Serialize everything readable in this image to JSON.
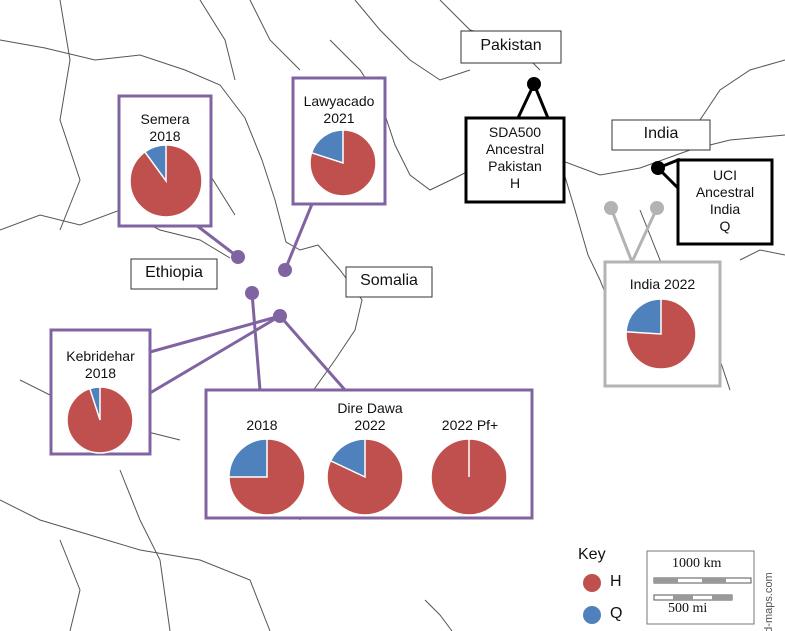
{
  "labels": {
    "pakistan": "Pakistan",
    "india": "India",
    "ethiopia": "Ethiopia",
    "somalia": "Somalia"
  },
  "callouts": {
    "sda500": [
      "SDA500",
      "Ancestral",
      "Pakistan",
      "H"
    ],
    "uci": [
      "UCI",
      "Ancestral",
      "India",
      "Q"
    ]
  },
  "sites": {
    "semera": {
      "name": "Semera",
      "year": "2018",
      "H": 0.9,
      "Q": 0.1
    },
    "lawyacado": {
      "name": "Lawyacado",
      "year": "2021",
      "H": 0.8,
      "Q": 0.2
    },
    "kebridehar": {
      "name": "Kebridehar",
      "year": "2018",
      "H": 0.95,
      "Q": 0.05
    },
    "india2022": {
      "name": "India 2022",
      "H": 0.76,
      "Q": 0.24
    },
    "dire_dawa": {
      "title": "Dire Dawa",
      "subtitle": "2022",
      "panels": [
        {
          "label": "2018",
          "H": 0.75,
          "Q": 0.25
        },
        {
          "label": "",
          "H": 0.82,
          "Q": 0.18
        },
        {
          "label": "2022 Pf+",
          "H": 1.0,
          "Q": 0.0
        }
      ]
    }
  },
  "key": {
    "title": "Key",
    "items": [
      {
        "label": "H",
        "color": "#c0504d"
      },
      {
        "label": "Q",
        "color": "#4f81bd"
      }
    ]
  },
  "scale": {
    "km": "1000 km",
    "mi": "500 mi"
  },
  "credit": "© d-maps.com",
  "colors": {
    "purple": "#8064a2",
    "gray": "#b3b3b3",
    "black": "#000000",
    "H": "#c0504d",
    "Q": "#4f81bd"
  }
}
